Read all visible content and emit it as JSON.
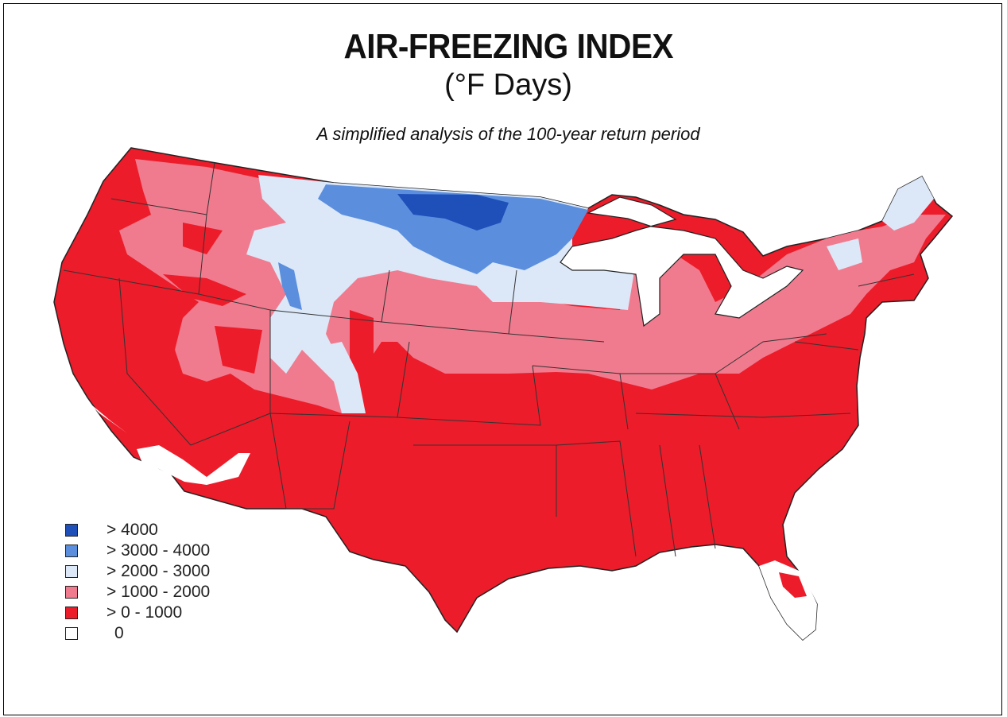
{
  "map": {
    "title": "AIR-FREEZING INDEX",
    "subtitle": "(°F Days)",
    "note": "A simplified analysis of the 100-year return period",
    "legend": [
      {
        "label": "> 4000",
        "color": "#1f4fb8"
      },
      {
        "label": "> 3000 - 4000",
        "color": "#5b8fde"
      },
      {
        "label": "> 2000 - 3000",
        "color": "#dce8f8"
      },
      {
        "label": "> 1000 - 2000",
        "color": "#f07b8e"
      },
      {
        "label": "> 0 - 1000",
        "color": "#ec1c2a"
      },
      {
        "label": "0",
        "color": "#ffffff"
      }
    ]
  }
}
